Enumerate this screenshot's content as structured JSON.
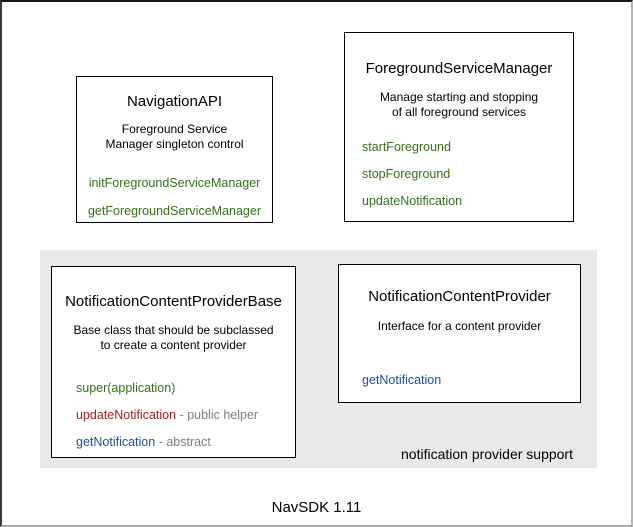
{
  "colors": {
    "canvas_bg": "#ffffff",
    "group_bg": "#e9e9e9",
    "box_border": "#000000",
    "method_green": "#37701b",
    "method_red": "#a81e1e",
    "method_blue": "#1f4e9e",
    "annotation_gray": "#7f7f7f"
  },
  "diagram": {
    "boxes": [
      {
        "title": "NavigationAPI",
        "desc": [
          "Foreground Service",
          "Manager singleton control"
        ],
        "methods": [
          {
            "name": "initForegroundServiceManager",
            "color": "#37701b"
          },
          {
            "name": "getForegroundServiceManager",
            "color": "#37701b"
          }
        ]
      },
      {
        "title": "ForegroundServiceManager",
        "desc": [
          "Manage starting and stopping",
          "of all foreground services"
        ],
        "methods": [
          {
            "name": "startForeground",
            "color": "#37701b"
          },
          {
            "name": "stopForeground",
            "color": "#37701b"
          },
          {
            "name": "updateNotification",
            "color": "#37701b"
          }
        ]
      },
      {
        "title": "NotificationContentProviderBase",
        "desc": [
          "Base class that should be subclassed",
          "to create a content provider"
        ],
        "methods": [
          {
            "name": "super(application)",
            "color": "#37701b"
          },
          {
            "name": "updateNotification",
            "color": "#a81e1e",
            "annotation": "- public helper"
          },
          {
            "name": "getNotification",
            "color": "#1f4e9e",
            "annotation": "- abstract"
          }
        ]
      },
      {
        "title": "NotificationContentProvider",
        "desc": [
          "Interface for a content provider"
        ],
        "methods": [
          {
            "name": "getNotification",
            "color": "#1f4e9e"
          }
        ]
      }
    ],
    "group_label": "notification provider support",
    "caption": "NavSDK 1.11"
  }
}
